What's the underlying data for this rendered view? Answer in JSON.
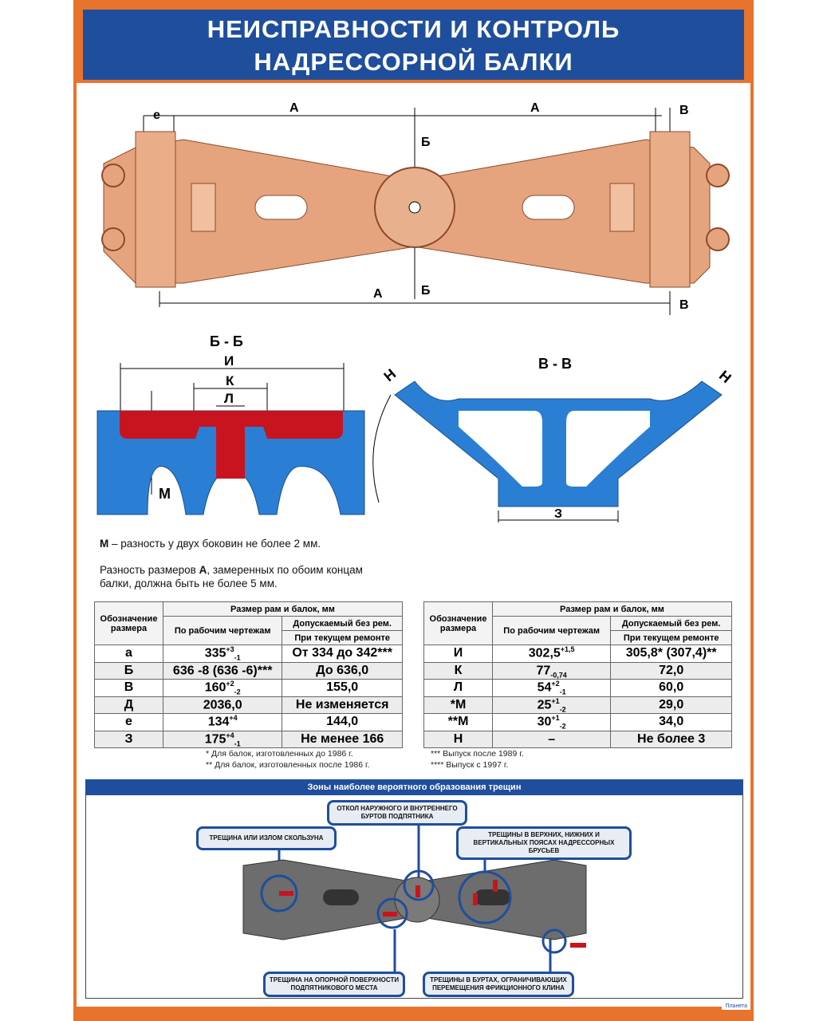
{
  "title": {
    "line1": "НЕИСПРАВНОСТИ И КОНТРОЛЬ",
    "line2": "НАДРЕССОРНОЙ БАЛКИ"
  },
  "top_drawing": {
    "A": "А",
    "B_sec": "Б",
    "V_sec": "В",
    "e": "е"
  },
  "section_bb": {
    "title": "Б - Б",
    "I": "И",
    "K": "К",
    "L": "Л",
    "M": "М"
  },
  "section_vv": {
    "title": "В - В",
    "N": "Н",
    "Z": "З"
  },
  "notes": {
    "m_bold": "М",
    "m_text": " – разность у двух боковин не более 2 мм.",
    "a_pre": "Разность размеров ",
    "a_bold": "А",
    "a_post": ", замеренных по обоим концам балки, должна быть не более 5 мм."
  },
  "table_headers": {
    "designation": "Обозначение размера",
    "size": "Размер рам и балок, мм",
    "drawings": "По рабочим чертежам",
    "allowed": "Допускаемый без рем.",
    "current": "При текущем ремонте"
  },
  "table_left": [
    {
      "d": "а",
      "base": "335",
      "sup": "+3",
      "sub": "-1",
      "allowed": "От 334 до 342***"
    },
    {
      "d": "Б",
      "base": "636 -8 (636 -6)***",
      "sup": "",
      "sub": "",
      "allowed": "До 636,0"
    },
    {
      "d": "В",
      "base": "160",
      "sup": "+2",
      "sub": "-2",
      "allowed": "155,0"
    },
    {
      "d": "Д",
      "base": "2036,0",
      "sup": "",
      "sub": "",
      "allowed": "Не изменяется"
    },
    {
      "d": "е",
      "base": "134",
      "sup": "+4",
      "sub": "",
      "allowed": "144,0"
    },
    {
      "d": "З",
      "base": "175",
      "sup": "+4",
      "sub": "-1",
      "allowed": "Не менее 166"
    }
  ],
  "table_right": [
    {
      "d": "И",
      "base": "302,5",
      "sup": "+1,5",
      "sub": "",
      "allowed": "305,8* (307,4)**"
    },
    {
      "d": "К",
      "base": "77",
      "sup": "",
      "sub": "-0,74",
      "allowed": "72,0"
    },
    {
      "d": "Л",
      "base": "54",
      "sup": "+2",
      "sub": "-1",
      "allowed": "60,0"
    },
    {
      "d": "*М",
      "base": "25",
      "sup": "+1",
      "sub": "-2",
      "allowed": "29,0"
    },
    {
      "d": "**М",
      "base": "30",
      "sup": "+1",
      "sub": "-2",
      "allowed": "34,0"
    },
    {
      "d": "Н",
      "base": "–",
      "sup": "",
      "sub": "",
      "allowed": "Не более 3"
    }
  ],
  "footnotes_left": [
    "* Для балок, изготовленных до 1986 г.",
    "** Для балок, изготовленных после 1986 г."
  ],
  "footnotes_right": [
    "*** Выпуск после 1989 г.",
    "**** Выпуск с 1997 г."
  ],
  "zones": {
    "title": "Зоны наиболее вероятного образования трещин",
    "callouts": [
      "ОТКОЛ НАРУЖНОГО И ВНУТРЕННЕГО БУРТОВ ПОДПЯТНИКА",
      "ТРЕЩИНА ИЛИ ИЗЛОМ СКОЛЬЗУНА",
      "ТРЕЩИНЫ В ВЕРХНИХ, НИЖНИХ И ВЕРТИКАЛЬНЫХ ПОЯСАХ НАДРЕССОРНЫХ БРУСЬЕВ",
      "ТРЕЩИНА НА ОПОРНОЙ ПОВЕРХНОСТИ ПОДПЯТНИКОВОГО МЕСТА",
      "ТРЕЩИНЫ В БУРТАХ, ОГРАНИЧИВАЮЩИХ ПЕРЕМЕЩЕНИЯ ФРИКЦИОННОГО КЛИНА"
    ]
  },
  "logo": "Планета",
  "colors": {
    "orange": "#e8732c",
    "blue": "#1f4e9c",
    "beam": "#e6a47e",
    "section_blue": "#2a7fd4",
    "section_red": "#c8141e"
  }
}
